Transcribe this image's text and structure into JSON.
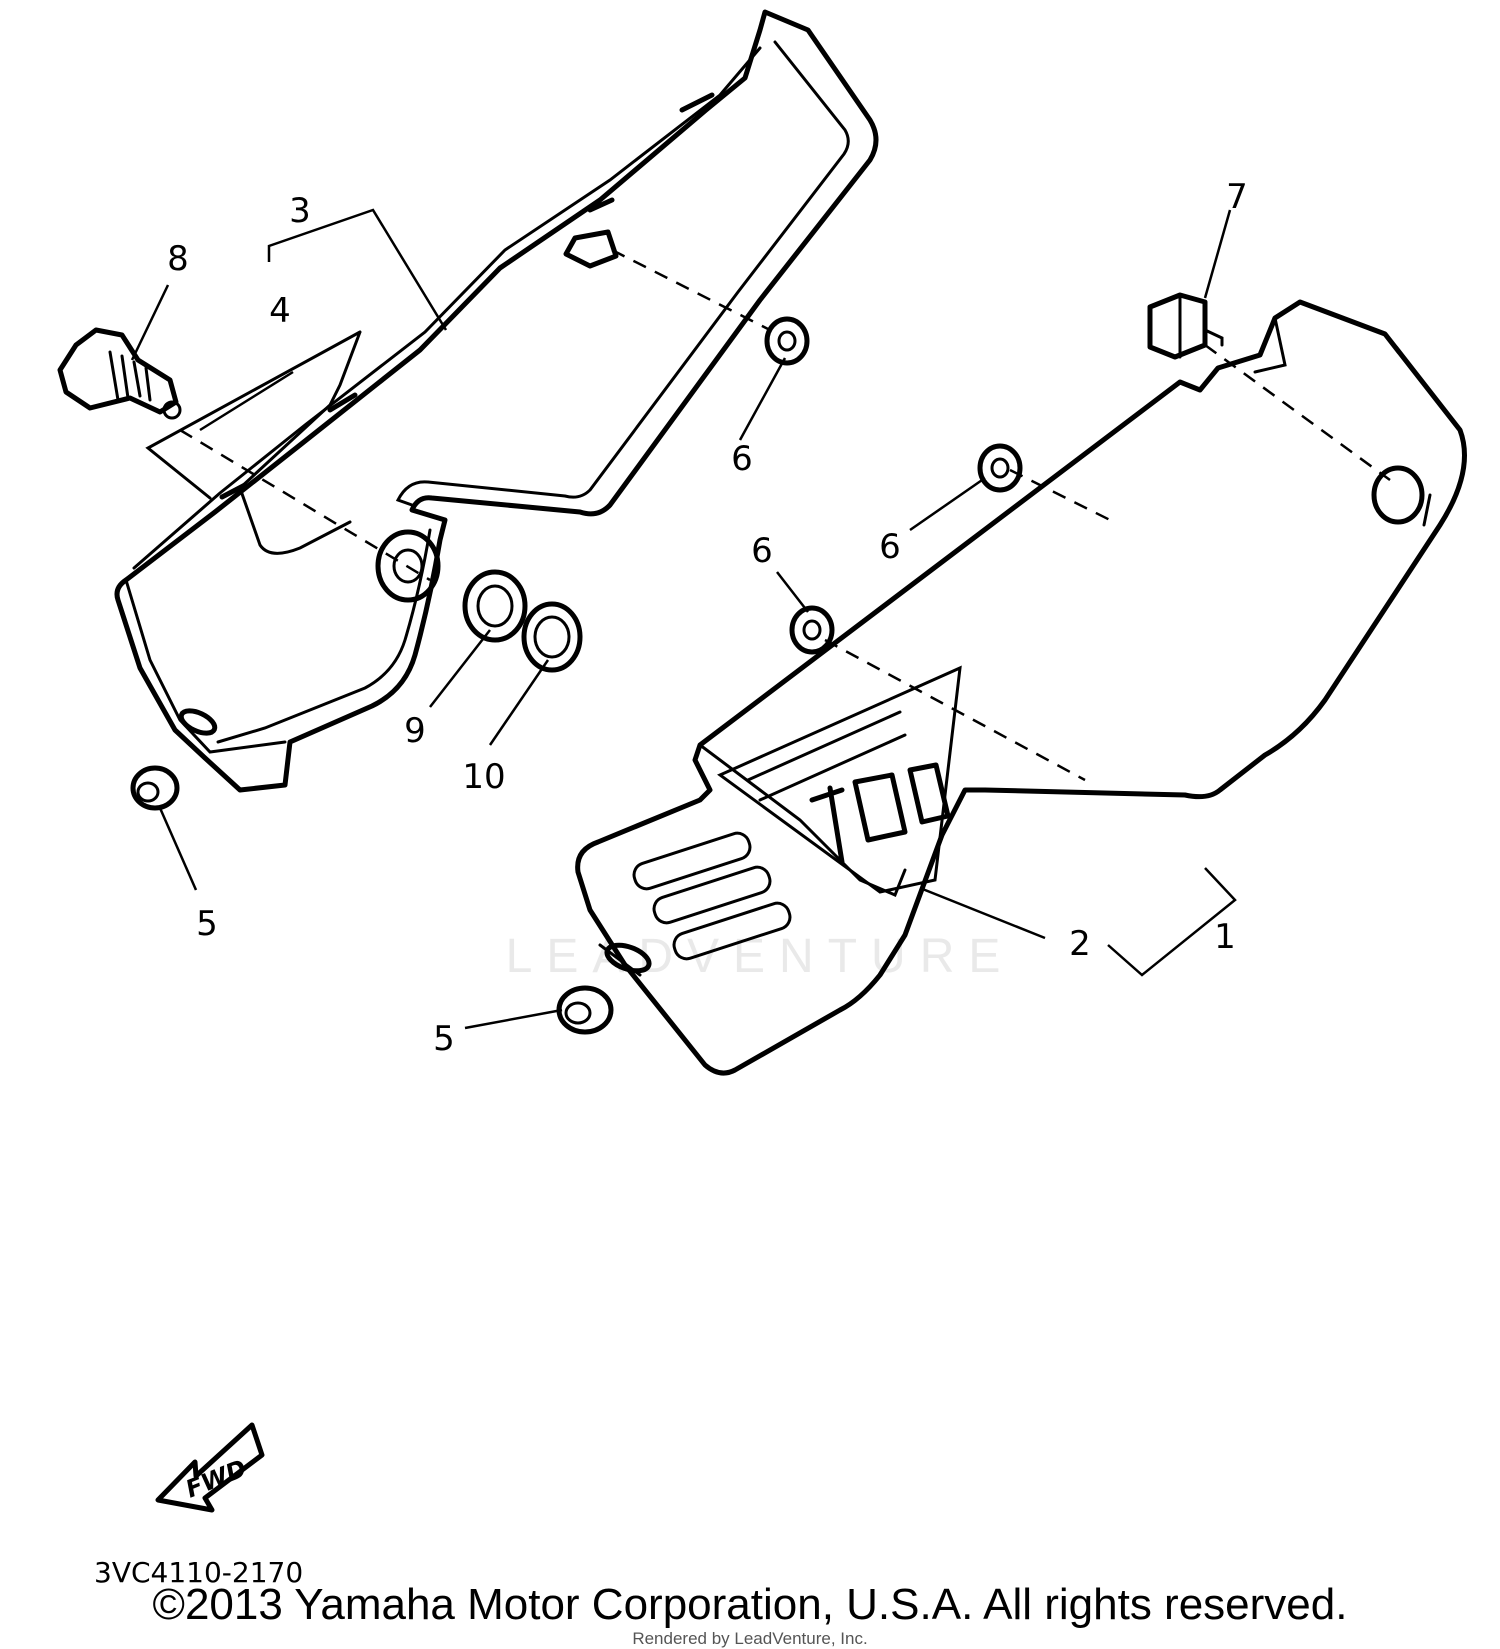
{
  "callouts": {
    "c1": "1",
    "c2": "2",
    "c3": "3",
    "c4": "4",
    "c5a": "5",
    "c5b": "5",
    "c6a": "6",
    "c6b": "6",
    "c6c": "6",
    "c7": "7",
    "c8": "8",
    "c9": "9",
    "c10": "10"
  },
  "fwd_label": "FWD",
  "diagram_code": "3VC4110-2170",
  "watermark": "LEADVENTURE",
  "copyright": "©2013 Yamaha Motor Corporation, U.S.A. All rights reserved.",
  "rendered_by": "Rendered by LeadVenture, Inc.",
  "colors": {
    "line": "#000000",
    "background": "#ffffff",
    "watermark": "#e9e9e9"
  }
}
